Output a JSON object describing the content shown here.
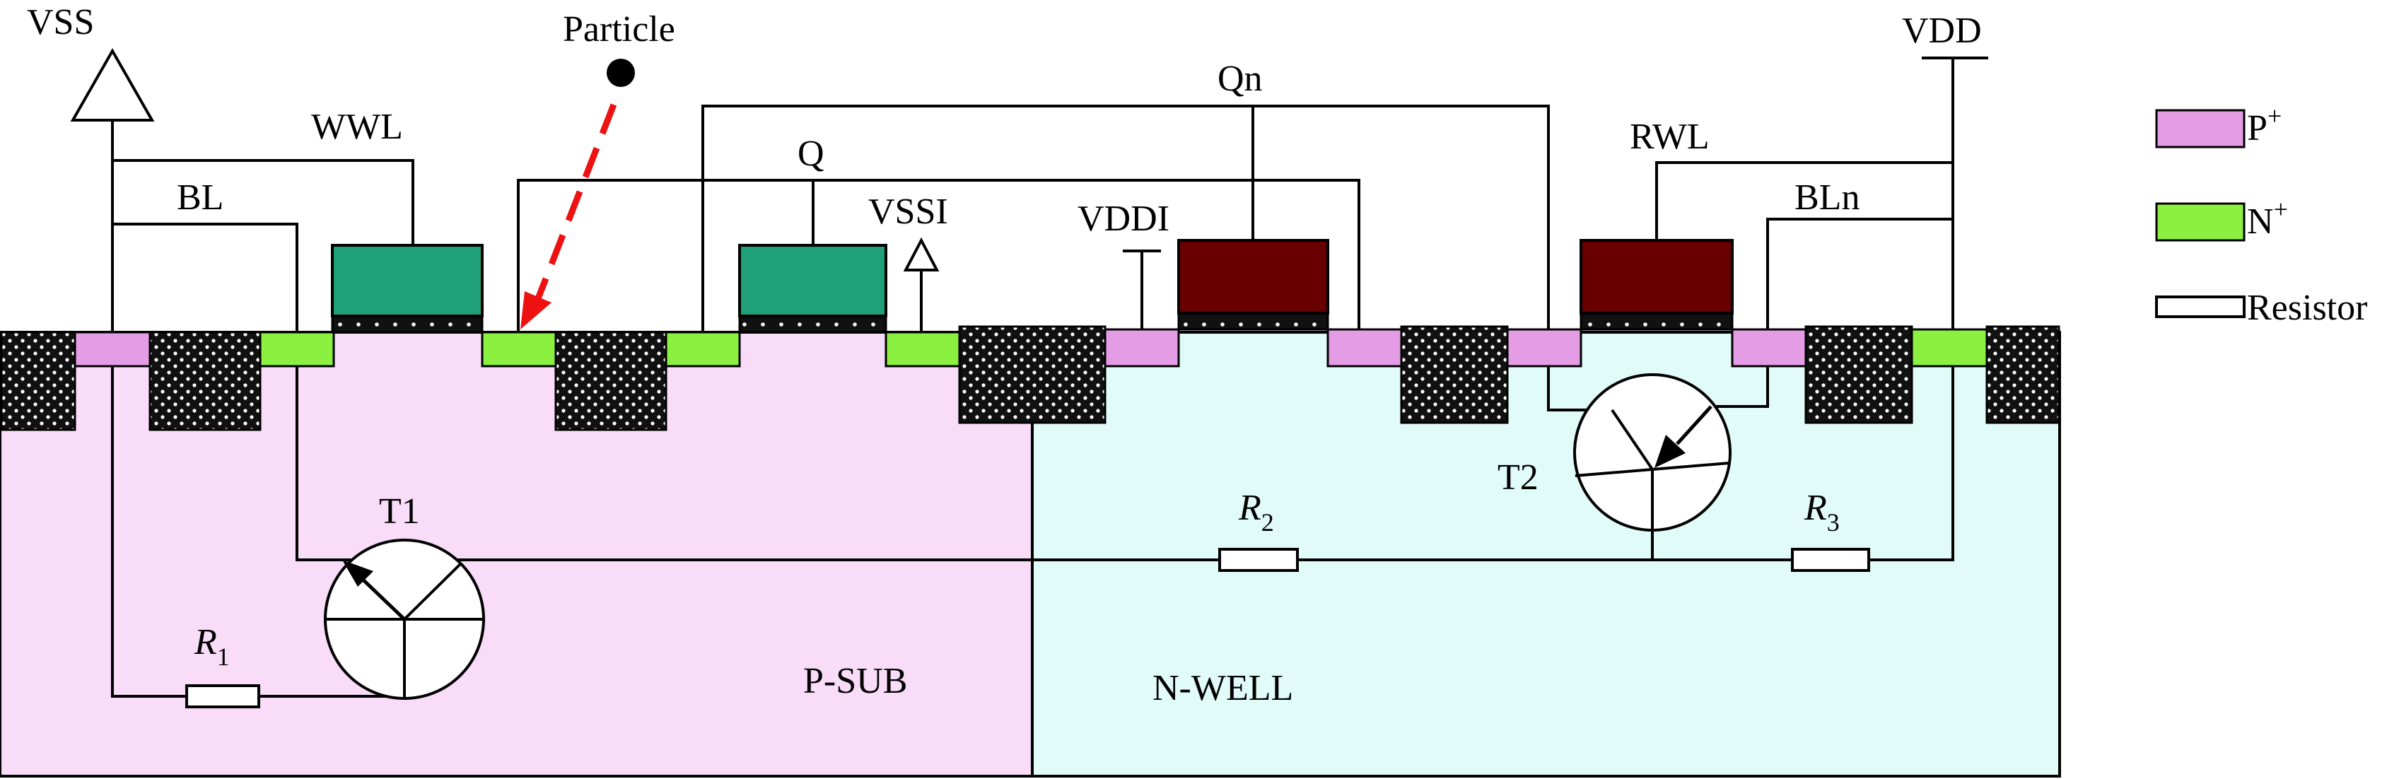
{
  "colors": {
    "p_sub": "#f8dcf8",
    "n_well": "#e0fbf8",
    "p_plus": "#e49ce4",
    "n_plus": "#8cf040",
    "gate_green": "#20a078",
    "gate_maroon": "#680000",
    "isolation": "#111111",
    "particle_arrow": "#ee1111"
  },
  "labels": {
    "vss": "VSS",
    "particle": "Particle",
    "wwl": "WWL",
    "bl": "BL",
    "q": "Q",
    "qn": "Qn",
    "vssi": "VSSI",
    "vddi": "VDDI",
    "rwl": "RWL",
    "bln": "BLn",
    "vdd": "VDD",
    "t1": "T1",
    "t2": "T2",
    "r1": "R",
    "r1_sub": "1",
    "r2": "R",
    "r2_sub": "2",
    "r3": "R",
    "r3_sub": "3",
    "p_sub": "P-SUB",
    "n_well": "N-WELL"
  },
  "legend": {
    "p_plus": "P",
    "p_plus_sup": "+",
    "n_plus": "N",
    "n_plus_sup": "+",
    "resistor": "Resistor"
  }
}
